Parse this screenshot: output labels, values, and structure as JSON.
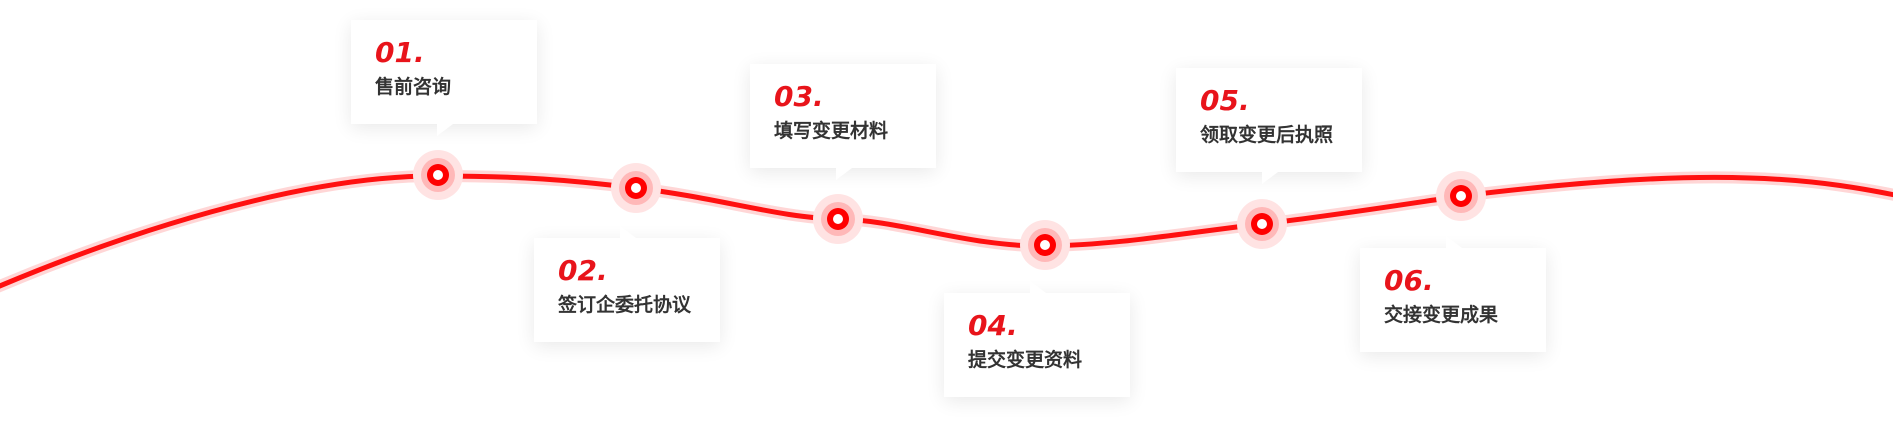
{
  "accent_color": "#e8141b",
  "text_color": "#333333",
  "steps": [
    {
      "num": "01.",
      "label": "售前咨询"
    },
    {
      "num": "02.",
      "label": "签订企委托协议"
    },
    {
      "num": "03.",
      "label": "填写变更材料"
    },
    {
      "num": "04.",
      "label": "提交变更资料"
    },
    {
      "num": "05.",
      "label": "领取变更后执照"
    },
    {
      "num": "06.",
      "label": "交接变更成果"
    }
  ]
}
